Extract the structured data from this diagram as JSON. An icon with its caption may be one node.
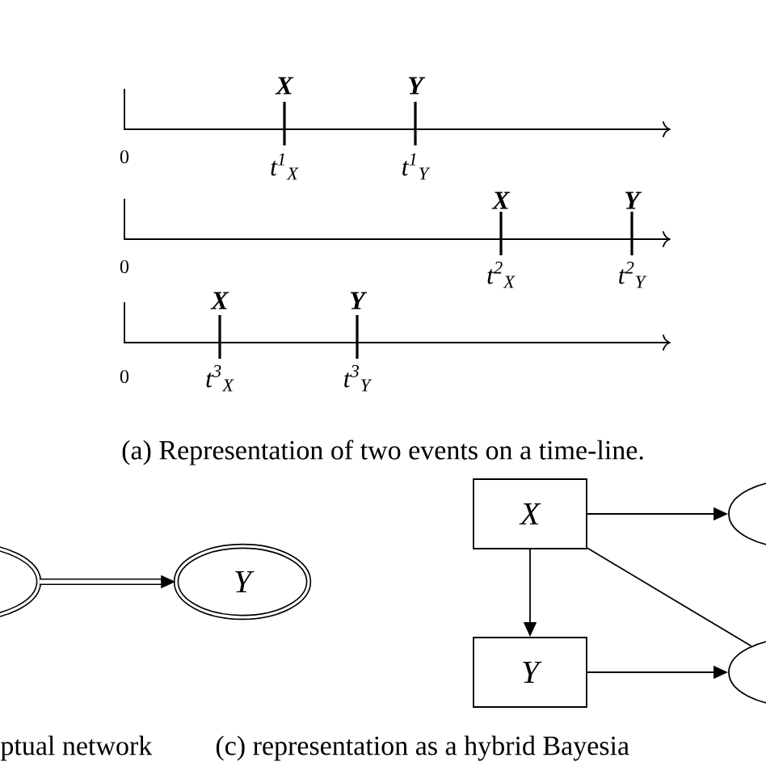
{
  "diagram": {
    "nodes": [
      {
        "text": [],
        "shape": "ellipse"
      },
      {
        "text": [
          "Y"
        ]
      },
      {
        "text": [
          "X"
        ]
      },
      {
        "text": [
          "Y"
        ]
      },
      {
        "text": [],
        "shape": "ellipse"
      },
      {
        "text": [],
        "shape": "ellipse"
      }
    ],
    "edges": [
      {
        "from": 0,
        "to": 1,
        "arrow": "to",
        "style": "thick"
      },
      {
        "from": 2,
        "to": 4,
        "arrow": "to"
      },
      {
        "from": 2,
        "to": 3,
        "arrow": "to"
      },
      {
        "from": 2,
        "to": 5,
        "arrow": "none"
      },
      {
        "from": 3,
        "to": 5,
        "arrow": "to"
      }
    ],
    "labels": [
      "X",
      "Y",
      "0",
      "t$^{1}$$_{X}$",
      "t$^{1}$$_{Y}$",
      "X",
      "Y",
      "0",
      "t$^{2}$$_{X}$",
      "t$^{2}$$_{Y}$",
      "X",
      "Y",
      "0",
      "t$^{3}$$_{X}$",
      "t$^{3}$$_{Y}$",
      "(a) Representation of two events on a time-line.",
      "ptual network",
      "(c) representation as a hybrid Bayesia"
    ]
  }
}
